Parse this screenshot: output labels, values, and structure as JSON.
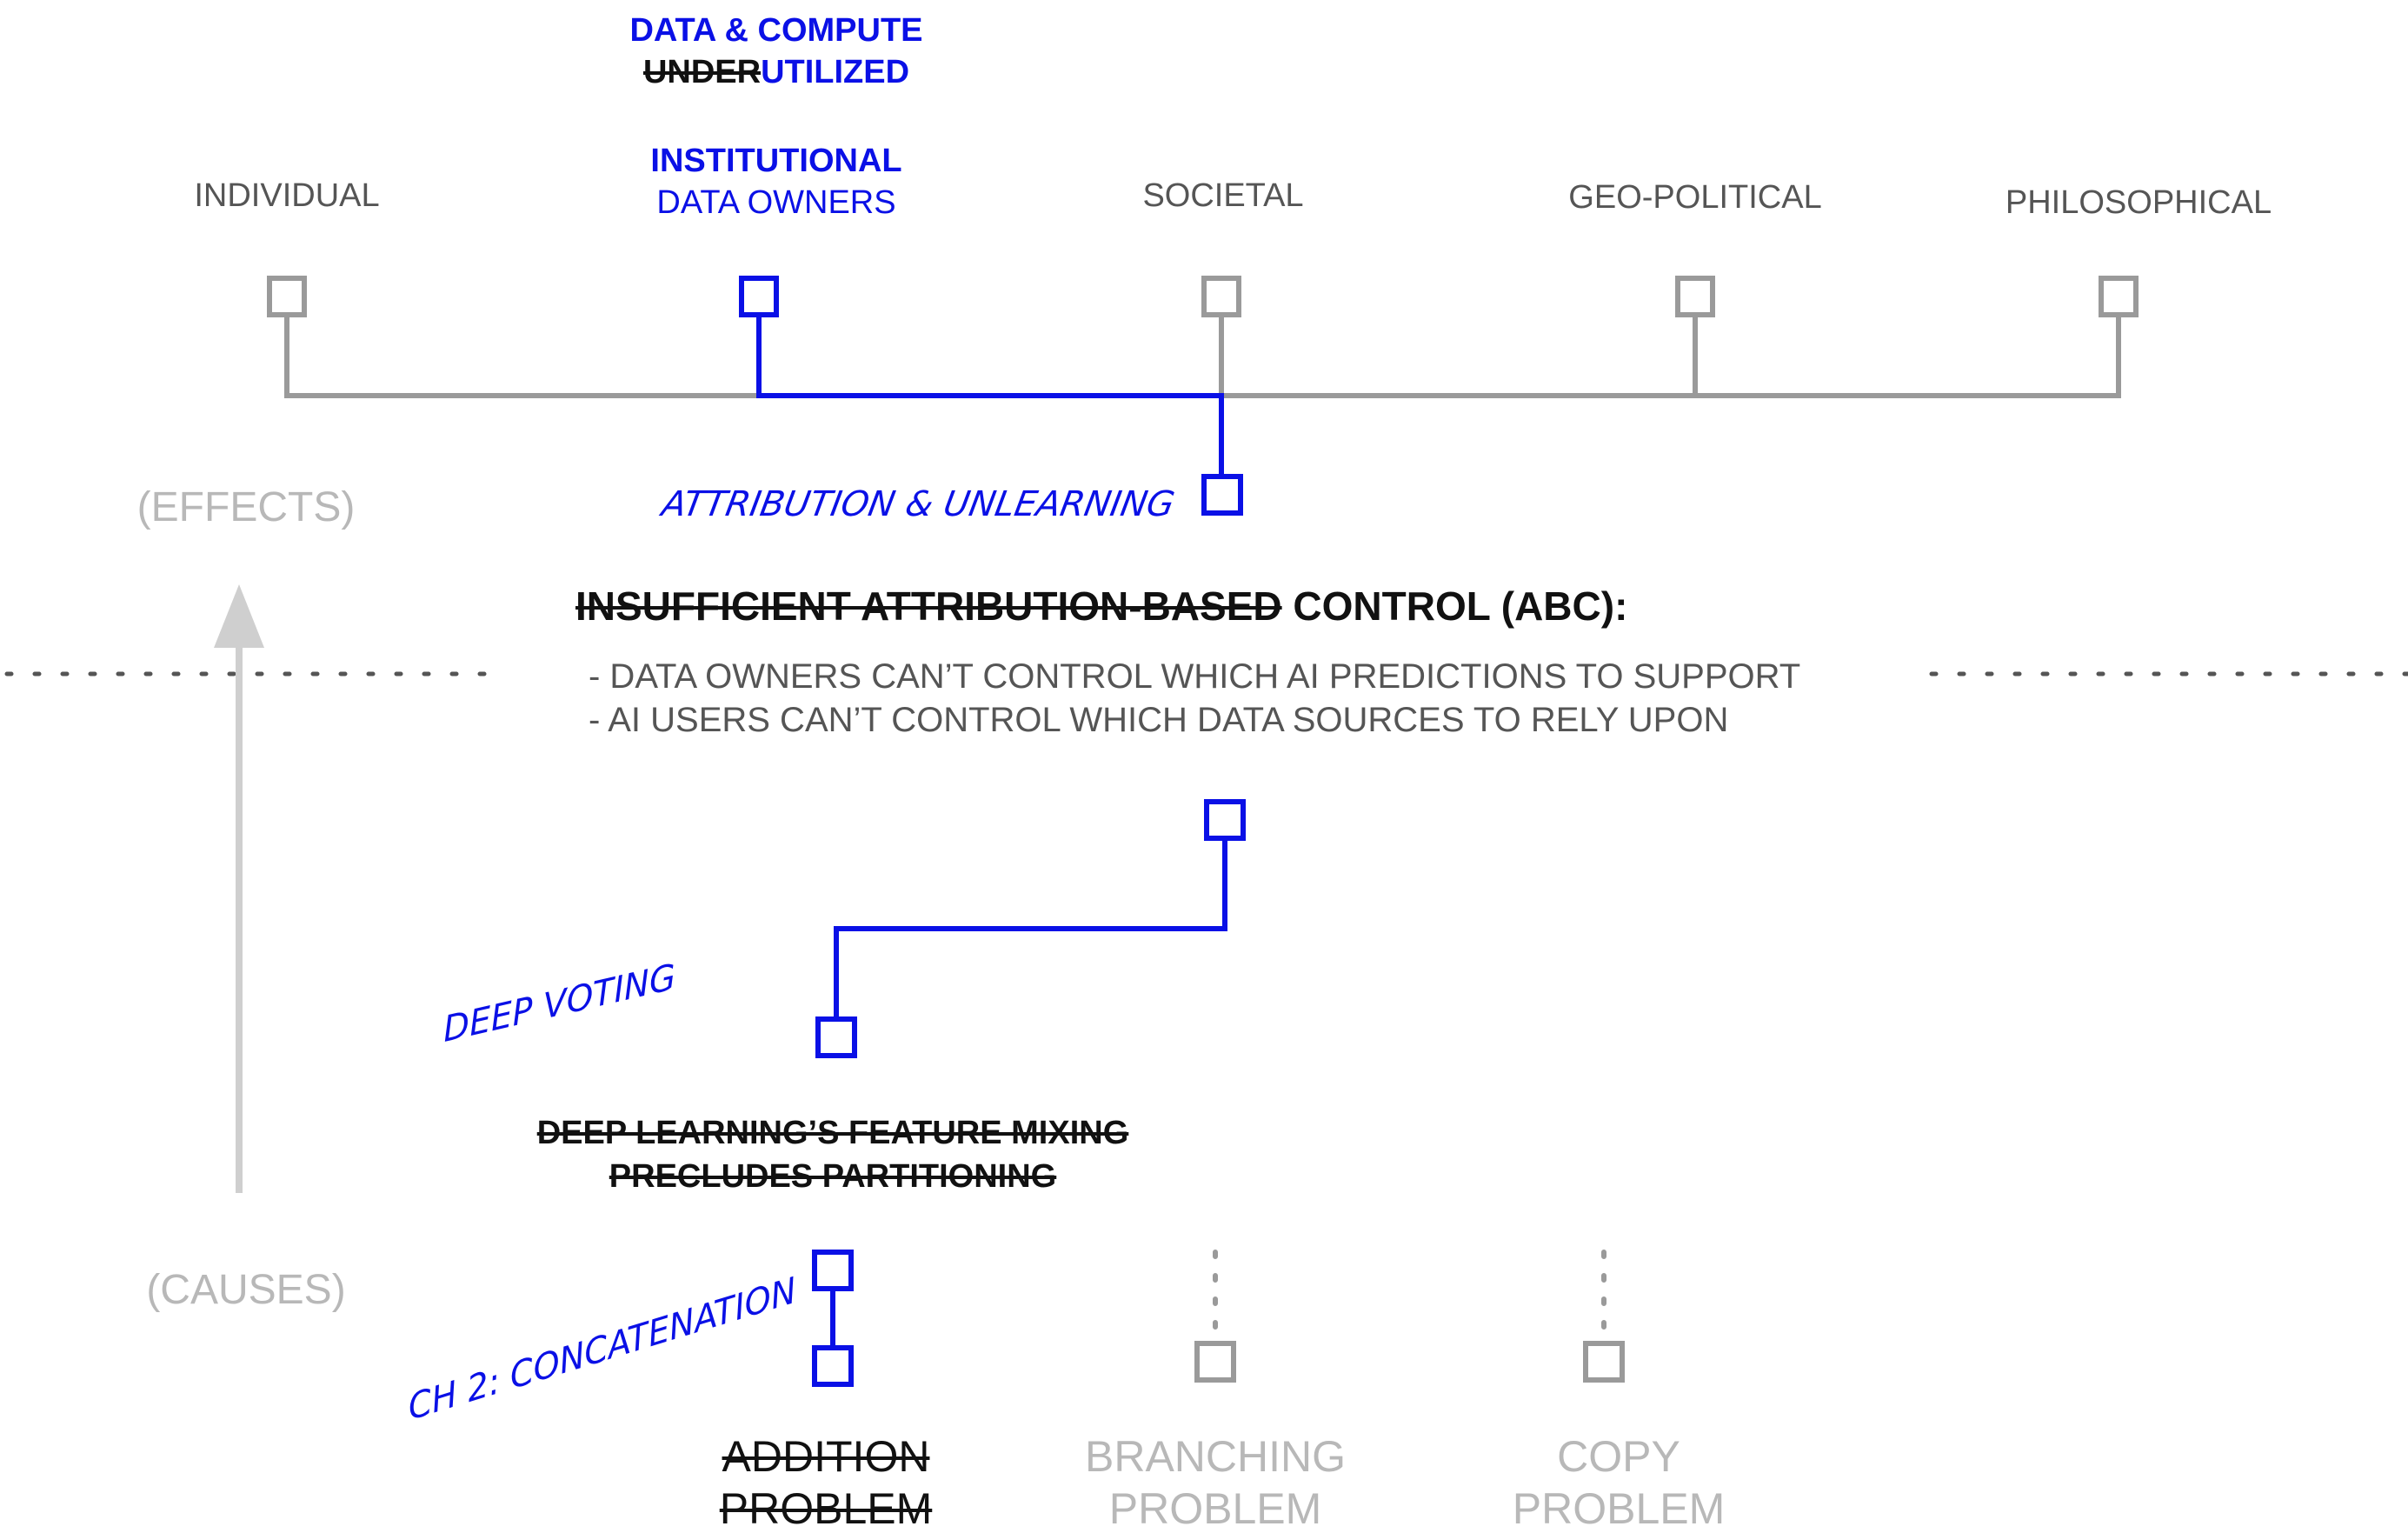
{
  "effects": {
    "header_line1": "DATA & COMPUTE",
    "header_line2_struck": "UNDER",
    "header_line2_rest": "UTILIZED",
    "individual": "INDIVIDUAL",
    "institutional_line1": "INSTITUTIONAL",
    "institutional_line2": "DATA OWNERS",
    "societal": "SOCIETAL",
    "geopolitical": "GEO-POLITICAL",
    "philosophical": "PHILOSOPHICAL"
  },
  "axis": {
    "effects_label": "(EFFECTS)",
    "causes_label": "(CAUSES)"
  },
  "annotations": {
    "attribution_unlearning": "ATTRIBUTION & UNLEARNING",
    "deep_voting": "DEEP VOTING",
    "ch2_concatenation": "CH 2: CONCATENATION"
  },
  "core_problem": {
    "title_struck": "INSUFFICIENT ATTRIBUTION-BASED",
    "title_rest": "CONTROL (ABC):",
    "bullet1": "- DATA OWNERS CAN’T CONTROL WHICH AI PREDICTIONS TO SUPPORT",
    "bullet2": "- AI USERS CAN’T CONTROL WHICH DATA SOURCES TO RELY UPON"
  },
  "feature_mixing": {
    "line1": "DEEP LEARNING’S FEATURE MIXING",
    "line2": "PRECLUDES PARTITIONING"
  },
  "causes": {
    "addition_line1": "ADDITION",
    "addition_line2": "PROBLEM",
    "branching_line1": "BRANCHING",
    "branching_line2": "PROBLEM",
    "copy_line1": "COPY",
    "copy_line2": "PROBLEM"
  },
  "colors": {
    "blue": "#0a10e6",
    "gray": "#9a9a9a",
    "light_gray": "#cfcfcf",
    "text_gray": "#555555"
  }
}
